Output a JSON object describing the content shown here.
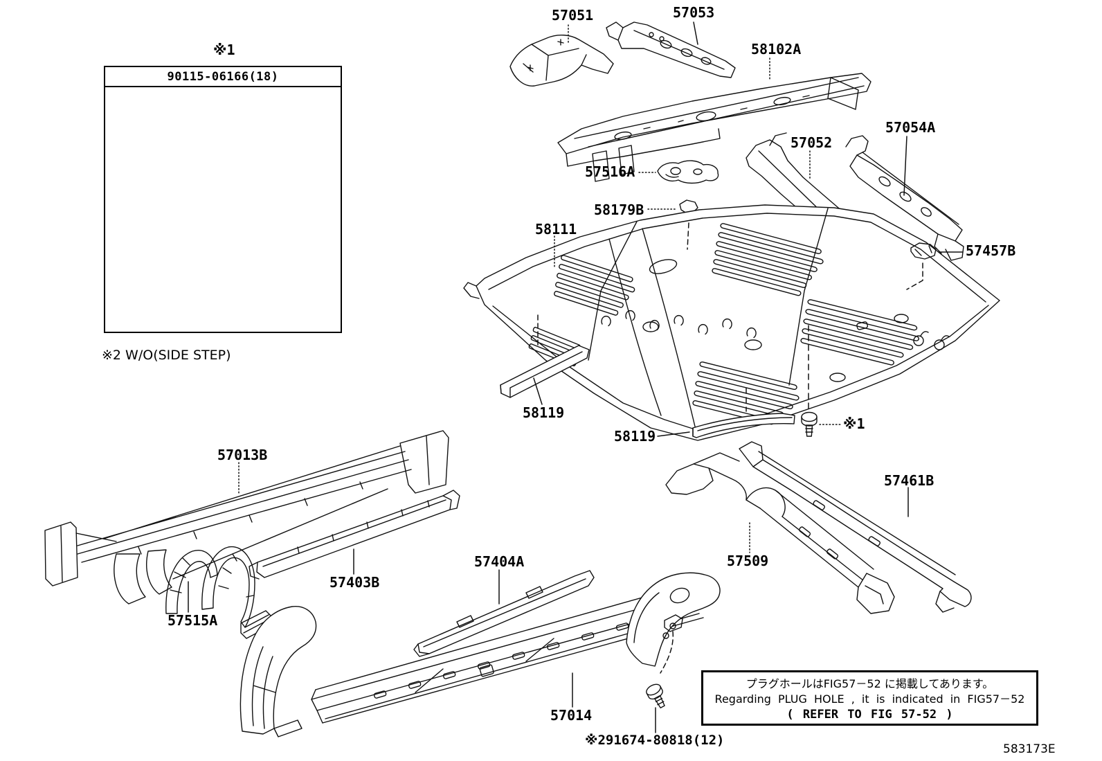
{
  "figure_code": "583173E",
  "footnotes": {
    "ref1_top": "※1",
    "ref1_bolt": "※1",
    "ref2_side_step": "※2 W/O(SIDE STEP)",
    "bolt_part_number": "※291674-80818(12)"
  },
  "inset_box": {
    "part_number": "90115-06166(18)"
  },
  "note_box": {
    "line_jp": "プラグホールはFIG57－52 に掲載してあります。",
    "line_en": "Regarding PLUG HOLE , it is indicated in FIG57－52",
    "line_ref": "( REFER TO FIG 57-52 )"
  },
  "part_labels": {
    "p57051": "57051",
    "p57053": "57053",
    "p58102a": "58102A",
    "p57054a": "57054A",
    "p57052": "57052",
    "p57516a": "57516A",
    "p58179b": "58179B",
    "p58111": "58111",
    "p57457b": "57457B",
    "p58119_front": "58119",
    "p58119_rear": "58119",
    "p57013b": "57013B",
    "p57403b": "57403B",
    "p57515a": "57515A",
    "p57404a": "57404A",
    "p57014": "57014",
    "p57509": "57509",
    "p57461b": "57461B"
  }
}
